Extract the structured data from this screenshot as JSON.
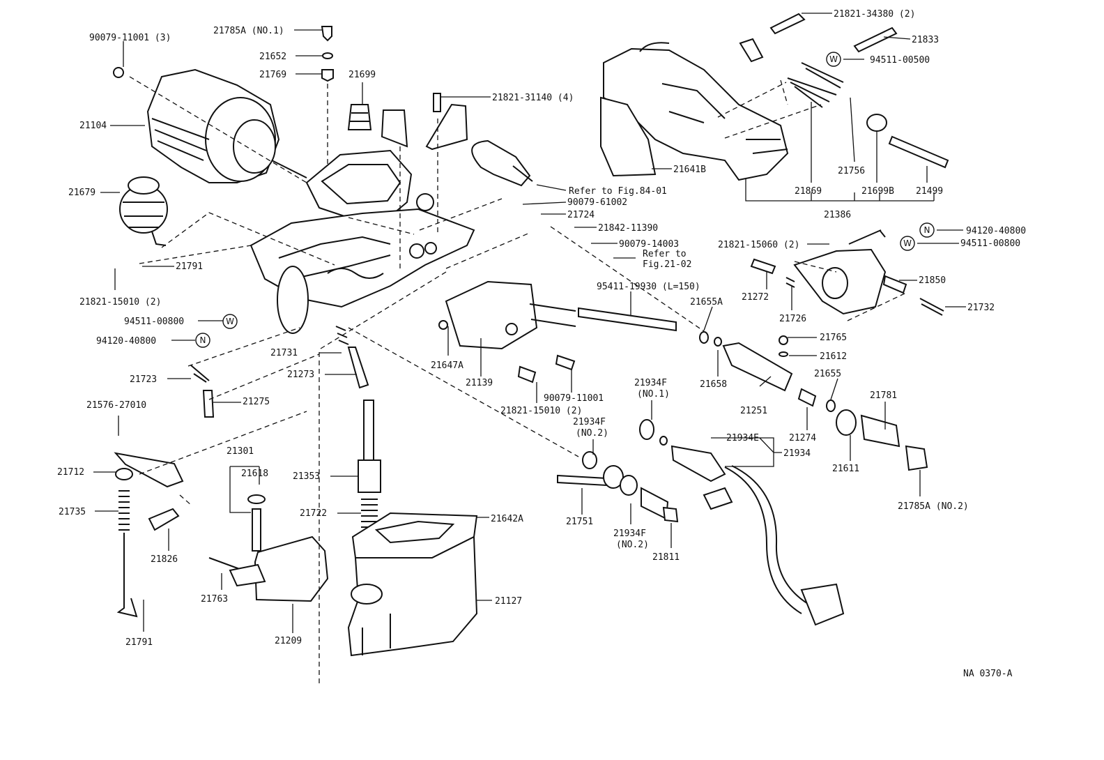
{
  "diagram": {
    "figure_code": "NA 0370-A",
    "symbols": {
      "washer": "W",
      "nut": "N"
    },
    "labels": {
      "p90079_11001_3": "90079-11001 (3)",
      "p21785A_no1": "21785A (NO.1)",
      "p21652": "21652",
      "p21769": "21769",
      "p21699": "21699",
      "p21821_31140_4": "21821-31140 (4)",
      "p21104": "21104",
      "p21679": "21679",
      "p21791_top": "21791",
      "p21821_15010_2_left": "21821-15010 (2)",
      "p94511_00800_left": "94511-00800",
      "p94120_40800_left": "94120-40800",
      "p21723": "21723",
      "p21576_27010": "21576-27010",
      "p21712": "21712",
      "p21735": "21735",
      "p21826": "21826",
      "p21791_bottom": "21791",
      "p21275": "21275",
      "p21731": "21731",
      "p21273": "21273",
      "p21301": "21301",
      "p21618": "21618",
      "p21353": "21353",
      "p21722": "21722",
      "p21763": "21763",
      "p21209": "21209",
      "p21642A": "21642A",
      "p21127": "21127",
      "refer_84_01": "Refer to Fig.84-01",
      "p90079_61002": "90079-61002",
      "p21724": "21724",
      "p21842_11390": "21842-11390",
      "p90079_14003": "90079-14003",
      "refer_line1": "Refer to",
      "refer_line2": "Fig.21-02",
      "p95411_19930": "95411-19930 (L=150)",
      "p21647A": "21647A",
      "p21139": "21139",
      "p90079_11001": "90079-11001",
      "p21821_15010_2_mid": "21821-15010 (2)",
      "p21934F_no1_a": "21934F",
      "p21934F_no1_b": "(NO.1)",
      "p21934F_no2_top_a": "21934F",
      "p21934F_no2_top_b": "(NO.2)",
      "p21751": "21751",
      "p21934F_no2_bot_a": "21934F",
      "p21934F_no2_bot_b": "(NO.2)",
      "p21811": "21811",
      "p21934E": "21934E",
      "p21934": "21934",
      "p21655A": "21655A",
      "p21658": "21658",
      "p21251": "21251",
      "p21274": "21274",
      "p21655": "21655",
      "p21611": "21611",
      "p21781": "21781",
      "p21785A_no2": "21785A (NO.2)",
      "p21821_34380_2": "21821-34380 (2)",
      "p21833": "21833",
      "p94511_00500": "94511-00500",
      "p21641B": "21641B",
      "p21869": "21869",
      "p21756": "21756",
      "p21699B": "21699B",
      "p21499": "21499",
      "p21386": "21386",
      "p94120_40800_right": "94120-40800",
      "p94511_00800_right": "94511-00800",
      "p21821_15060_2": "21821-15060 (2)",
      "p21272": "21272",
      "p21726": "21726",
      "p21850": "21850",
      "p21732": "21732",
      "p21765": "21765",
      "p21612": "21612"
    }
  }
}
